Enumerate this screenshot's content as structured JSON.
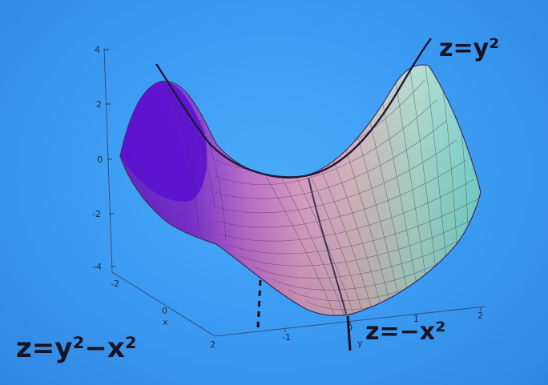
{
  "annotations": {
    "top_right": "z=y²",
    "bottom_left": "z=y²−x²",
    "bottom_mid": "z=−x²"
  },
  "axes": {
    "z_ticks": [
      "4",
      "2",
      "0",
      "-2",
      "-4"
    ],
    "x_ticks": [
      "-2",
      "0",
      "2"
    ],
    "x_label": "x",
    "y_ticks": [
      "-1",
      "0",
      "1",
      "2"
    ],
    "y_label": "y"
  },
  "colors": {
    "background": "#3a9af2",
    "surface_left": "#6a1fd0",
    "surface_mid": "#d08ac8",
    "surface_right": "#6fd6cf",
    "ink": "#171322"
  }
}
